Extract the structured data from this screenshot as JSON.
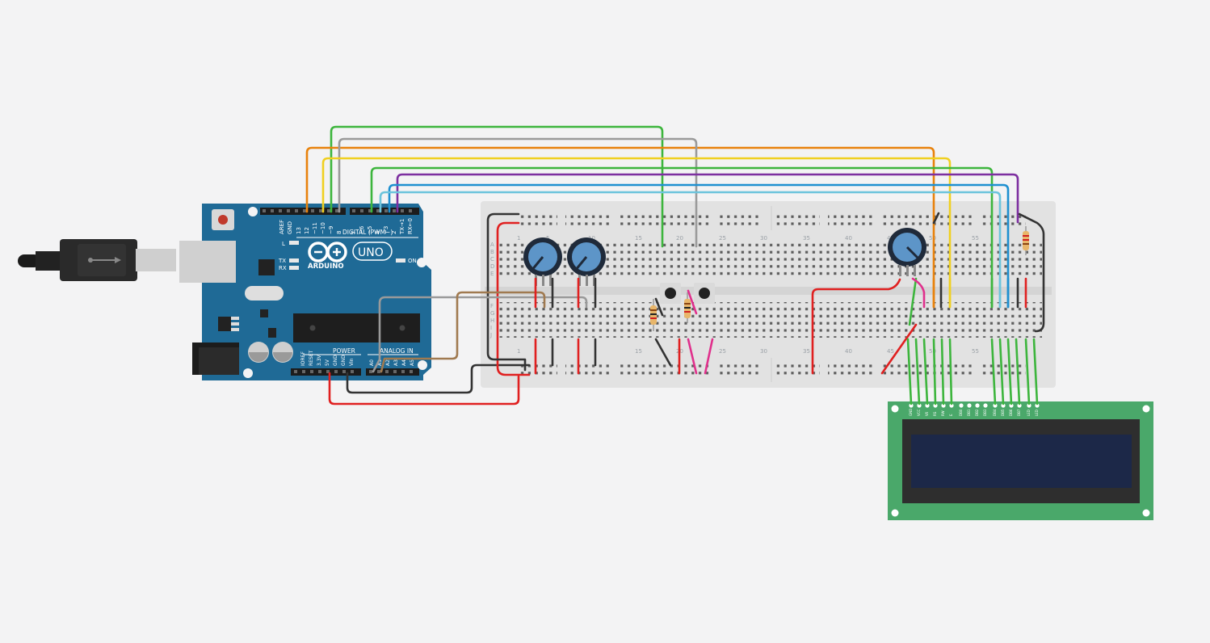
{
  "canvas": {
    "name": "Arduino circuit editor workspace"
  },
  "arduino": {
    "logo_text": "ARDUINO",
    "uno_text": "UNO",
    "digital_label": "DIGITAL (PWM~)",
    "power_label": "POWER",
    "analog_label": "ANALOG IN",
    "led_l": "L",
    "led_tx": "TX",
    "led_rx": "RX",
    "led_on": "ON",
    "top_pins": [
      "AREF",
      "GND",
      "13",
      "12",
      "~11",
      "~10",
      "~9",
      "8"
    ],
    "top_pins_right": [
      "7",
      "~6",
      "~5",
      "4",
      "~3",
      "2",
      "TX→1",
      "RX←0"
    ],
    "power_pins": [
      "IOREF",
      "RESET",
      "3.3V",
      "5V",
      "GND",
      "GND",
      "Vin"
    ],
    "analog_pins": [
      "A0",
      "A1",
      "A2",
      "A3",
      "A4",
      "A5"
    ]
  },
  "breadboard": {
    "column_numbers": [
      "1",
      "5",
      "10",
      "15",
      "20",
      "25",
      "30",
      "35",
      "40",
      "45",
      "50",
      "55"
    ],
    "row_letters": [
      "A",
      "B",
      "C",
      "D",
      "E",
      "F",
      "G",
      "H",
      "I",
      "J"
    ]
  },
  "lcd": {
    "pin_labels": [
      "GND",
      "VCC",
      "V0",
      "RS",
      "RW",
      "E",
      "DB0",
      "DB1",
      "DB2",
      "DB3",
      "DB4",
      "DB5",
      "DB6",
      "DB7",
      "LED",
      "LED"
    ]
  },
  "colors": {
    "arduino_blue": "#1f6a96",
    "breadboard": "#e2e2e2",
    "lcd_board": "#4aa86a",
    "lcd_screen": "#1c2848",
    "wire_red": "#e02020",
    "wire_black": "#333333",
    "wire_green": "#3db53d",
    "wire_orange": "#e8820c",
    "wire_yellow": "#f0d020",
    "wire_purple": "#7d2fa0",
    "wire_blue": "#1e90d0",
    "wire_cyan": "#6cc4dc",
    "wire_gray": "#9a9a9a",
    "wire_brown": "#a07a50",
    "wire_pink": "#e0308c"
  }
}
